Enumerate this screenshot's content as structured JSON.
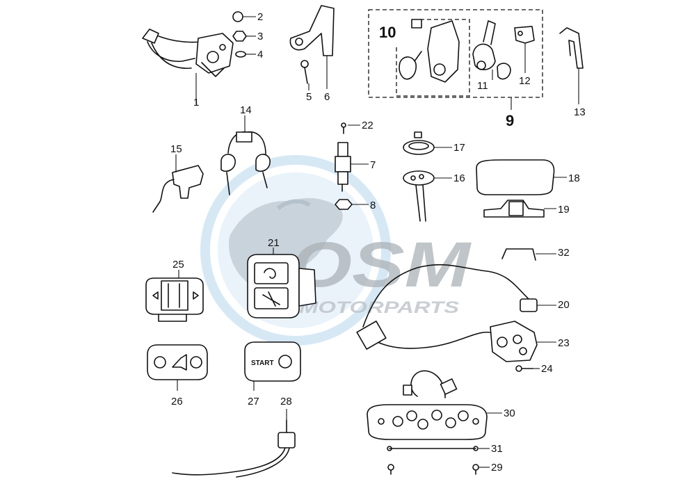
{
  "watermark": {
    "brand": "OSM",
    "subtitle": "MOTORPARTS",
    "colors": {
      "globe": "#cfe3f3",
      "land": "#b9c6cf",
      "brand_text": "#9aa3aa",
      "subtitle": "#b5bcc2"
    }
  },
  "parts": [
    {
      "id": "1",
      "icon": "ignition-switch-with-harness"
    },
    {
      "id": "2",
      "icon": "bolt"
    },
    {
      "id": "3",
      "icon": "nut"
    },
    {
      "id": "4",
      "icon": "washer"
    },
    {
      "id": "5",
      "icon": "screw"
    },
    {
      "id": "6",
      "icon": "bracket"
    },
    {
      "id": "7",
      "icon": "stop-light-switch"
    },
    {
      "id": "8",
      "icon": "nut"
    },
    {
      "id": "9",
      "icon": "lock-set-group"
    },
    {
      "id": "10",
      "icon": "lock-subgroup"
    },
    {
      "id": "11",
      "icon": "key"
    },
    {
      "id": "12",
      "icon": "lock-cylinder"
    },
    {
      "id": "13",
      "icon": "clip"
    },
    {
      "id": "14",
      "icon": "key-set"
    },
    {
      "id": "15",
      "icon": "sensor"
    },
    {
      "id": "16",
      "icon": "fuel-sender"
    },
    {
      "id": "17",
      "icon": "ring-nut"
    },
    {
      "id": "18",
      "icon": "battery-cover"
    },
    {
      "id": "19",
      "icon": "clamp"
    },
    {
      "id": "20",
      "icon": "connector"
    },
    {
      "id": "21",
      "icon": "light-switch"
    },
    {
      "id": "22",
      "icon": "pin"
    },
    {
      "id": "23",
      "icon": "switch-housing"
    },
    {
      "id": "24",
      "icon": "screw"
    },
    {
      "id": "25",
      "icon": "turn-signal-switch"
    },
    {
      "id": "26",
      "icon": "horn-button"
    },
    {
      "id": "27",
      "icon": "start-button",
      "text": "START"
    },
    {
      "id": "28",
      "icon": "wiring-harness"
    },
    {
      "id": "29",
      "icon": "screw"
    },
    {
      "id": "30",
      "icon": "warning-light-panel"
    },
    {
      "id": "31",
      "icon": "gasket"
    },
    {
      "id": "32",
      "icon": "clip"
    }
  ]
}
